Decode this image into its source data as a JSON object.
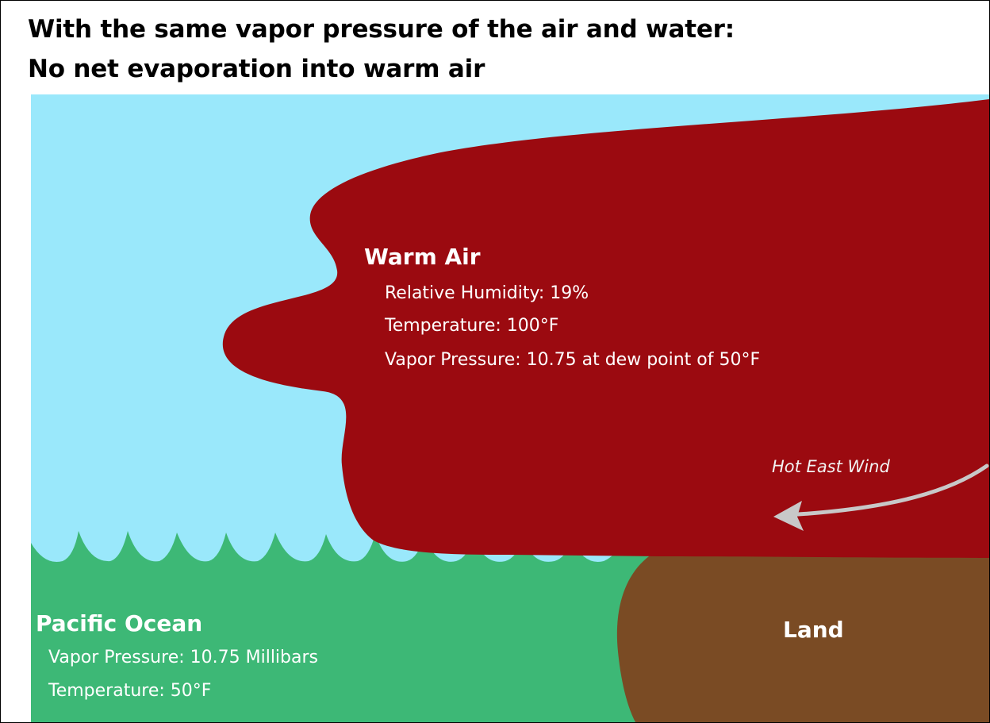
{
  "title": {
    "line1": "With the same vapor pressure of the air and water:",
    "line2": "No net evaporation into warm air"
  },
  "colors": {
    "sky": "#9ae8fb",
    "warm_air": "#9b0a10",
    "ocean": "#3db876",
    "land": "#7a4b24",
    "wind_arrow": "#c8c8c8",
    "text_on_shape": "#ffffff"
  },
  "warm_air": {
    "heading": "Warm Air",
    "relative_humidity": "Relative Humidity: 19%",
    "temperature": "Temperature:  100°F",
    "vapor_pressure": "Vapor Pressure: 10.75 at dew point of 50°F"
  },
  "wind": {
    "label": "Hot East Wind"
  },
  "ocean": {
    "heading": "Pacific Ocean",
    "vapor_pressure": "Vapor Pressure: 10.75 Millibars",
    "temperature": "Temperature:  50°F"
  },
  "land": {
    "heading": "Land"
  }
}
